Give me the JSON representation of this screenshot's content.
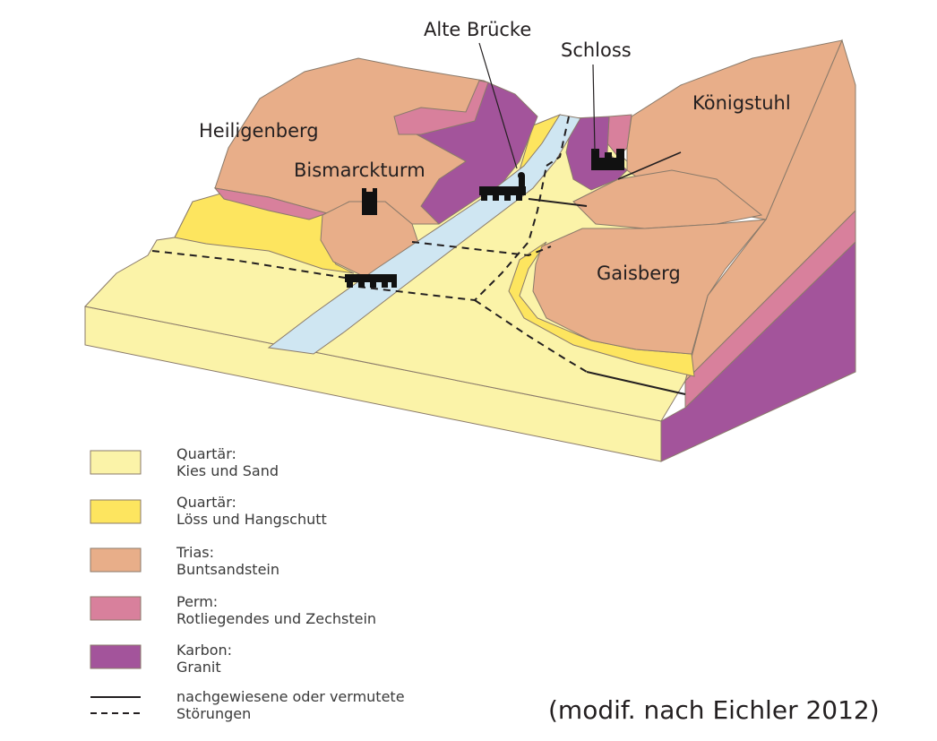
{
  "colors": {
    "kies_sand": "#fbf3a8",
    "loess_hangschutt": "#fde55f",
    "buntsandstein": "#e8ae89",
    "rotliegendes_zechstein": "#d8809c",
    "granit": "#a3549b",
    "river": "#cfe6f2",
    "outline": "#7c6b5e",
    "fault": "#231f20",
    "symbol": "#111111"
  },
  "map_labels": {
    "alte_bruecke": "Alte Brücke",
    "schloss": "Schloss",
    "heiligenberg": "Heiligenberg",
    "koenigstuhl": "Königstuhl",
    "bismarckturm": "Bismarckturm",
    "gaisberg": "Gaisberg"
  },
  "legend": [
    {
      "key": "kies_sand",
      "line1": "Quartär:",
      "line2": "Kies und Sand"
    },
    {
      "key": "loess_hangschutt",
      "line1": "Quartär:",
      "line2": "Löss und Hangschutt"
    },
    {
      "key": "buntsandstein",
      "line1": "Trias:",
      "line2": "Buntsandstein"
    },
    {
      "key": "rotliegendes_zechstein",
      "line1": "Perm:",
      "line2": "Rotliegendes und Zechstein"
    },
    {
      "key": "granit",
      "line1": "Karbon:",
      "line2": "Granit"
    }
  ],
  "fault_legend": {
    "line1": "nachgewiesene oder vermutete",
    "line2": "Störungen"
  },
  "credit": "(modif. nach Eichler 2012)"
}
